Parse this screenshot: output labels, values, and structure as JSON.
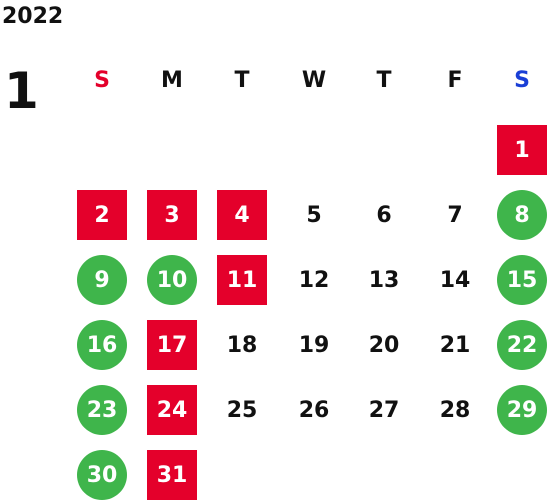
{
  "calendar": {
    "year": "2022",
    "month": "1",
    "weekdays": [
      {
        "label": "S",
        "color": "#e4002b"
      },
      {
        "label": "M",
        "color": "#111111"
      },
      {
        "label": "T",
        "color": "#111111"
      },
      {
        "label": "W",
        "color": "#111111"
      },
      {
        "label": "T",
        "color": "#111111"
      },
      {
        "label": "F",
        "color": "#111111"
      },
      {
        "label": "S",
        "color": "#1a3fd6"
      }
    ],
    "colors": {
      "red": "#e4002b",
      "green": "#3fb54b",
      "text": "#111111"
    },
    "days": [
      {
        "day": "1",
        "col": 6,
        "row": 0,
        "style": "red"
      },
      {
        "day": "2",
        "col": 0,
        "row": 1,
        "style": "red"
      },
      {
        "day": "3",
        "col": 1,
        "row": 1,
        "style": "red"
      },
      {
        "day": "4",
        "col": 2,
        "row": 1,
        "style": "red"
      },
      {
        "day": "5",
        "col": 3,
        "row": 1,
        "style": "plain"
      },
      {
        "day": "6",
        "col": 4,
        "row": 1,
        "style": "plain"
      },
      {
        "day": "7",
        "col": 5,
        "row": 1,
        "style": "plain"
      },
      {
        "day": "8",
        "col": 6,
        "row": 1,
        "style": "green"
      },
      {
        "day": "9",
        "col": 0,
        "row": 2,
        "style": "green"
      },
      {
        "day": "10",
        "col": 1,
        "row": 2,
        "style": "green"
      },
      {
        "day": "11",
        "col": 2,
        "row": 2,
        "style": "red"
      },
      {
        "day": "12",
        "col": 3,
        "row": 2,
        "style": "plain"
      },
      {
        "day": "13",
        "col": 4,
        "row": 2,
        "style": "plain"
      },
      {
        "day": "14",
        "col": 5,
        "row": 2,
        "style": "plain"
      },
      {
        "day": "15",
        "col": 6,
        "row": 2,
        "style": "green"
      },
      {
        "day": "16",
        "col": 0,
        "row": 3,
        "style": "green"
      },
      {
        "day": "17",
        "col": 1,
        "row": 3,
        "style": "red"
      },
      {
        "day": "18",
        "col": 2,
        "row": 3,
        "style": "plain"
      },
      {
        "day": "19",
        "col": 3,
        "row": 3,
        "style": "plain"
      },
      {
        "day": "20",
        "col": 4,
        "row": 3,
        "style": "plain"
      },
      {
        "day": "21",
        "col": 5,
        "row": 3,
        "style": "plain"
      },
      {
        "day": "22",
        "col": 6,
        "row": 3,
        "style": "green"
      },
      {
        "day": "23",
        "col": 0,
        "row": 4,
        "style": "green"
      },
      {
        "day": "24",
        "col": 1,
        "row": 4,
        "style": "red"
      },
      {
        "day": "25",
        "col": 2,
        "row": 4,
        "style": "plain"
      },
      {
        "day": "26",
        "col": 3,
        "row": 4,
        "style": "plain"
      },
      {
        "day": "27",
        "col": 4,
        "row": 4,
        "style": "plain"
      },
      {
        "day": "28",
        "col": 5,
        "row": 4,
        "style": "plain"
      },
      {
        "day": "29",
        "col": 6,
        "row": 4,
        "style": "green"
      },
      {
        "day": "30",
        "col": 0,
        "row": 5,
        "style": "green"
      },
      {
        "day": "31",
        "col": 1,
        "row": 5,
        "style": "red"
      }
    ]
  }
}
